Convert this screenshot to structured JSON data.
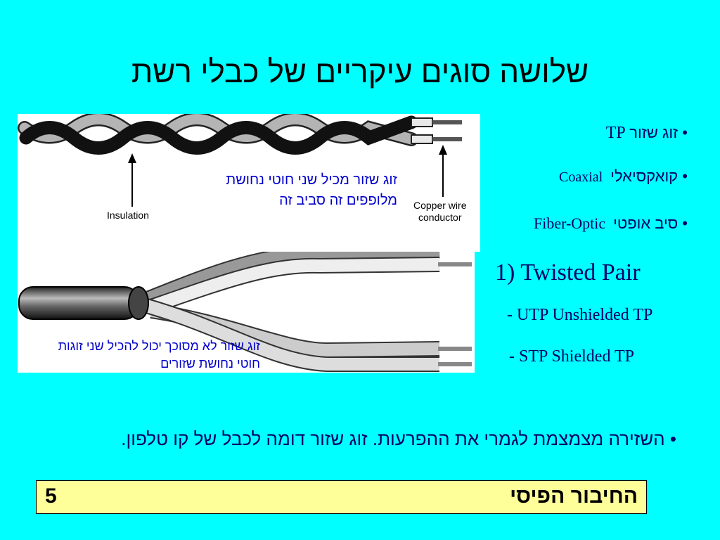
{
  "slide": {
    "title": "שלושה סוגים עיקריים של כבלי רשת",
    "figure": {
      "caption_top": "זוג שזור מכיל שני חוטי נחושת מלופפים זה סביב זה",
      "label_insulation": "Insulation",
      "label_copper_line1": "Copper wire",
      "label_copper_line2": "conductor",
      "caption_bottom": "זוג שזור לא מסוכך יכול להכיל שני זוגות חוטי נחושת שזורים"
    },
    "bullets": [
      {
        "hebrew": "זוג שזור",
        "english": "TP"
      },
      {
        "hebrew": "קואקסיאלי",
        "english": "Coaxial"
      },
      {
        "hebrew": "סיב אופטי",
        "english": "Fiber-Optic"
      }
    ],
    "section_heading": "1) Twisted Pair",
    "sub_items": [
      "- UTP Unshielded TP",
      "- STP Shielded TP"
    ],
    "bottom_note": "השזירה מצמצמת לגמרי את ההפרעות.  זוג שזור דומה לכבל של קו טלפון.",
    "footer": {
      "title": "החיבור הפיסי",
      "page_number": "5"
    }
  },
  "colors": {
    "background": "#00ffff",
    "text_blue": "#000066",
    "caption_blue": "#0000cc",
    "footer_bg": "#ffff99"
  }
}
